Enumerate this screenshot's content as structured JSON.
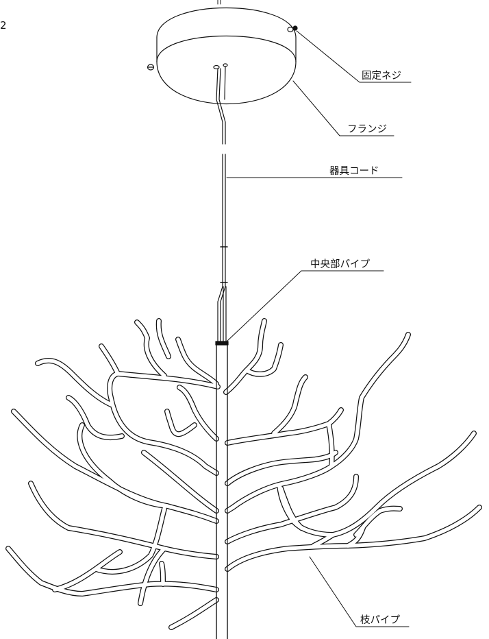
{
  "figure": {
    "corner_number": "2"
  },
  "labels": {
    "set_screw": "固定ネジ",
    "flange": "フランジ",
    "fixture_cord": "器具コード",
    "center_pipe": "中央部パイプ",
    "branch_pipe": "枝パイプ"
  }
}
